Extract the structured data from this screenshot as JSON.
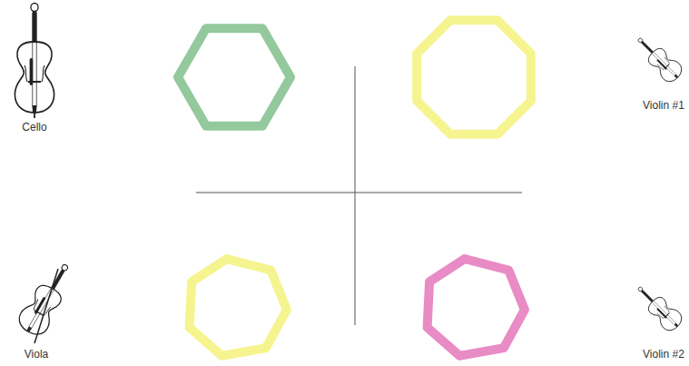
{
  "diagram": {
    "labels": [
      "Cello",
      "Violin #1",
      "Viola",
      "Violin #2"
    ]
  }
}
